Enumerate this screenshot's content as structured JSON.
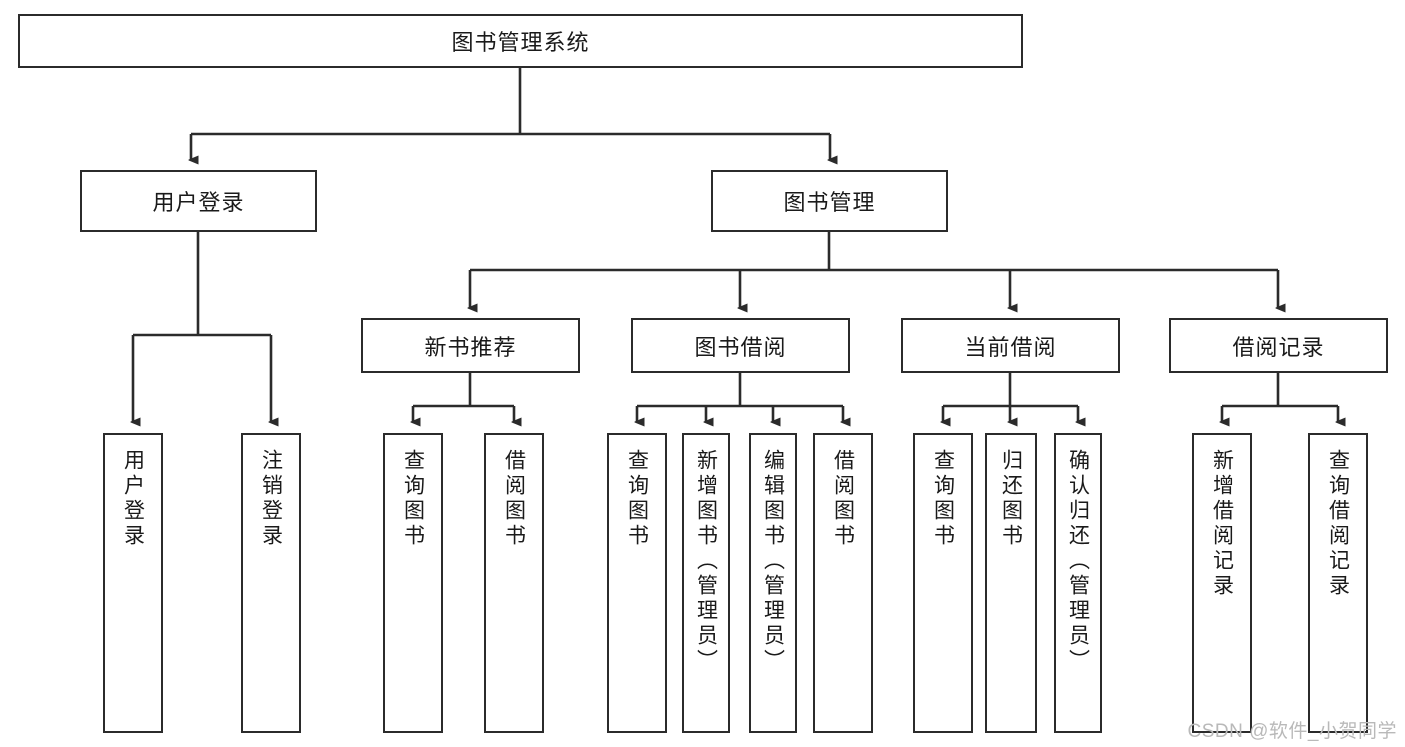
{
  "diagram": {
    "title": "图书管理系统",
    "type": "tree-hierarchy-diagram",
    "colors": {
      "box_border": "#2b2b2b",
      "box_fill": "#ffffff",
      "edge": "#2b2b2b",
      "text": "#1a1a1a",
      "watermark": "#b9b9b9"
    },
    "root": {
      "label": "图书管理系统"
    },
    "level2": [
      {
        "label": "用户登录"
      },
      {
        "label": "图书管理"
      }
    ],
    "level3": [
      {
        "label": "新书推荐"
      },
      {
        "label": "图书借阅"
      },
      {
        "label": "当前借阅"
      },
      {
        "label": "借阅记录"
      }
    ],
    "leaves": {
      "user_login": [
        {
          "label": "用户登录"
        },
        {
          "label": "注销登录"
        }
      ],
      "new_book_recommend": [
        {
          "label": "查询图书"
        },
        {
          "label": "借阅图书"
        }
      ],
      "book_borrow": [
        {
          "label": "查询图书"
        },
        {
          "label": "新增图书（管理员）"
        },
        {
          "label": "编辑图书（管理员）"
        },
        {
          "label": "借阅图书"
        }
      ],
      "current_borrow": [
        {
          "label": "查询图书"
        },
        {
          "label": "归还图书"
        },
        {
          "label": "确认归还（管理员）"
        }
      ],
      "borrow_record": [
        {
          "label": "新增借阅记录"
        },
        {
          "label": "查询借阅记录"
        }
      ]
    }
  },
  "watermark": {
    "text": "CSDN @软件_小贺同学"
  }
}
